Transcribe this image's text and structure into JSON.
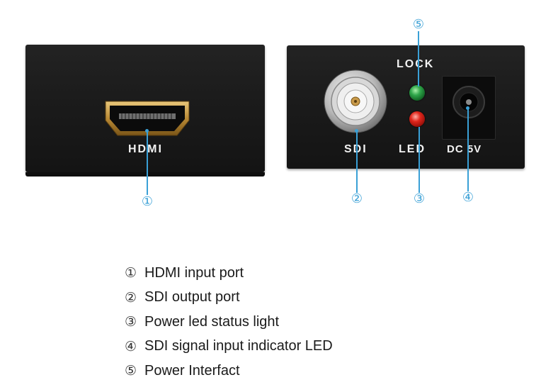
{
  "device": {
    "left_panel": {
      "port_label": "HDMI"
    },
    "right_panel": {
      "bnc_label": "SDI",
      "lock_label": "LOCK",
      "led_label": "LED",
      "dc_label": "DC 5V"
    }
  },
  "callouts": [
    {
      "num": "①"
    },
    {
      "num": "②"
    },
    {
      "num": "③"
    },
    {
      "num": "④"
    },
    {
      "num": "⑤"
    }
  ],
  "legend": [
    {
      "num": "①",
      "text": "HDMI input port"
    },
    {
      "num": "②",
      "text": "SDI output port"
    },
    {
      "num": "③",
      "text": "Power led status light"
    },
    {
      "num": "④",
      "text": "SDI signal input indicator LED"
    },
    {
      "num": "⑤",
      "text": "Power Interfact"
    }
  ],
  "colors": {
    "callout": "#3aa0d6",
    "device_body": "#1b1b1b",
    "led_lock": "#2fa64a",
    "led_power": "#e0261c"
  }
}
